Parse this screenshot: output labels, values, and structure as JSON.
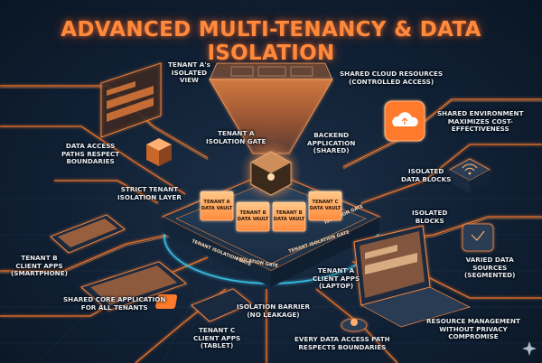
{
  "title": "ADVANCED MULTI-TENANCY & DATA ISOLATION",
  "labels": {
    "tenant_a_view": "TENANT A's\nISOLATED\nVIEW",
    "shared_cloud": "SHARED CLOUD RESOURCES\n(CONTROLLED ACCESS)",
    "tenant_a_gate": "TENANT A\nISOLATION GATE",
    "backend": "BACKEND\nAPPLICATION\n(SHARED)",
    "shared_env": "SHARED ENVIRONMENT\nMAXIMIZES COST-\nEFFECTIVENESS",
    "data_access_paths": "DATA ACCESS\nPATHS RESPECT\nBOUNDARIES",
    "isolated_data_blocks": "ISOLATED\nDATA BLOCKS",
    "strict_isolation": "STRICT TENANT\nISOLATION LAYER",
    "isolated_blocks": "ISOLATED\nBLOCKS",
    "tenant_b": "TENANT B\nCLIENT APPS\n(SMARTPHONE)",
    "varied_sources": "VARIED DATA\nSOURCES\n(SEGMENTED)",
    "tenant_a_laptop": "TENANT A\nCLIENT APPS\n(LAPTOP)",
    "shared_core": "SHARED CORE APPLICATION\nFOR ALL TENANTS",
    "isolation_barrier": "ISOLATION BARRIER\n(NO LEAKAGE)",
    "resource_mgmt": "RESOURCE MANAGEMENT\nWITHOUT PRIVACY\nCOMPROMISE",
    "tenant_c": "TENANT C\nCLIENT APPS\n(TABLET)",
    "every_path": "EVERY DATA ACCESS PATH\nRESPECTS BOUNDARIES"
  },
  "vaults": [
    {
      "line1": "TENANT A",
      "line2": "DATA VAULT"
    },
    {
      "line1": "TENANT B",
      "line2": "DATA VAULT"
    },
    {
      "line1": "TENANT B",
      "line2": "DATA VAULT"
    },
    {
      "line1": "TENANT C",
      "line2": "DATA VAULT"
    }
  ],
  "gates": [
    "TENANT ISOLATION GATE",
    "ISOLATION GATE",
    "TENANT ISOLATION GATE",
    "ISOLATION GATE"
  ],
  "colors": {
    "accent": "#ff8a3c",
    "glow": "#ff6a1a",
    "cyan": "#3fd8ff",
    "bg": "#102034"
  }
}
